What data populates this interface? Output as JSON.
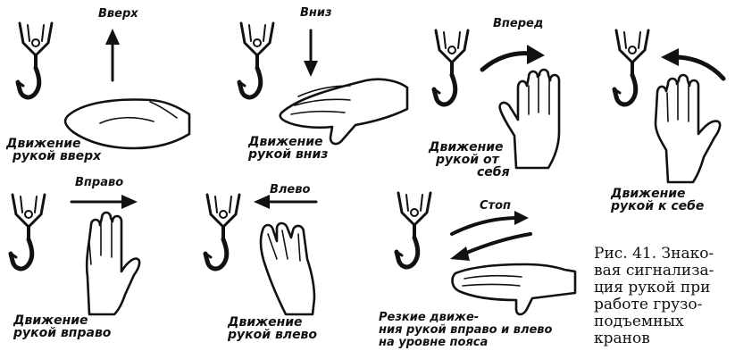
{
  "signals": [
    {
      "direction": "Вверх",
      "label": "Движение рукой вверх"
    },
    {
      "direction": "Вниз",
      "label": "Движение рукой вниз"
    },
    {
      "direction": "Вперед",
      "label": "Движение рукой от себя"
    },
    {
      "direction": "",
      "label": "Движение рукой к себе"
    },
    {
      "direction": "Вправо",
      "label": "Движение рукой вправо"
    },
    {
      "direction": "Влево",
      "label": "Движение рукой влево"
    },
    {
      "direction": "Стоп",
      "label": "Резкие движения рукой вправо и влево на уровне пояса"
    }
  ],
  "label_lines": {
    "up": [
      "Движение",
      "рукой вверх"
    ],
    "down": [
      "Движение",
      "рукой вниз"
    ],
    "away": [
      "Движение",
      "рукой от",
      "себя"
    ],
    "toward": [
      "Движение",
      "рукой к себе"
    ],
    "right": [
      "Движение",
      "рукой вправо"
    ],
    "left": [
      "Движение",
      "рукой влево"
    ],
    "stop": [
      "Резкие движе-",
      "ния рукой вправо и влево",
      "на уровне пояса"
    ]
  },
  "caption": "Рис. 41. Знако-\nвая сигнализа-\nция рукой при\nработе грузо-\nподъемных\nкранов"
}
